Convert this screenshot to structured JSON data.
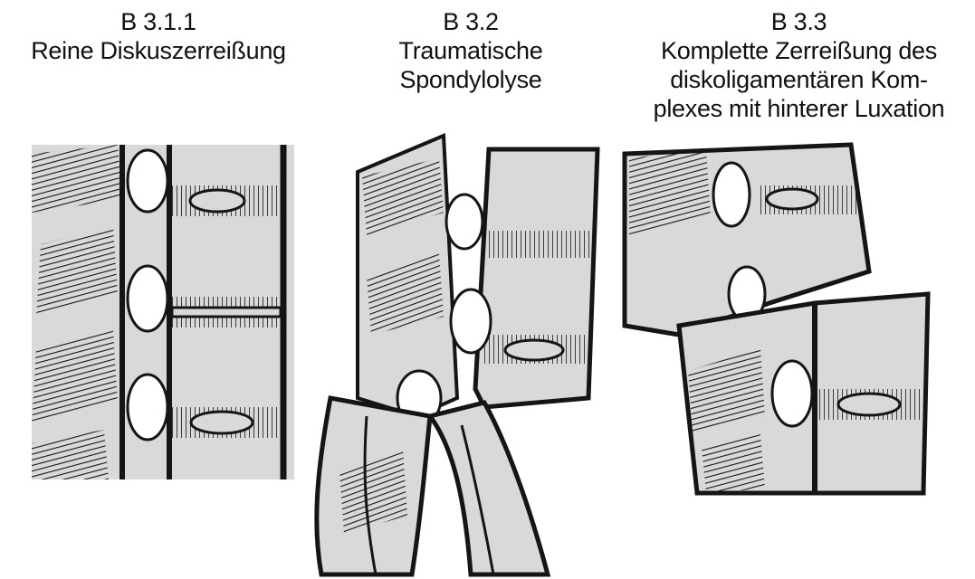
{
  "panels": [
    {
      "code": "B 3.1.1",
      "lines": [
        "Reine Diskuszerreißung"
      ]
    },
    {
      "code": "B 3.2",
      "lines": [
        "Traumatische",
        "Spondylolyse"
      ]
    },
    {
      "code": "B 3.3",
      "lines": [
        "Komplette Zerreißung des",
        "diskoligamentären Kom-",
        "plexes mit hinterer Luxation"
      ]
    }
  ],
  "colors": {
    "bone_fill": "#d9d9d9",
    "ink": "#151515",
    "background": "#ffffff"
  }
}
